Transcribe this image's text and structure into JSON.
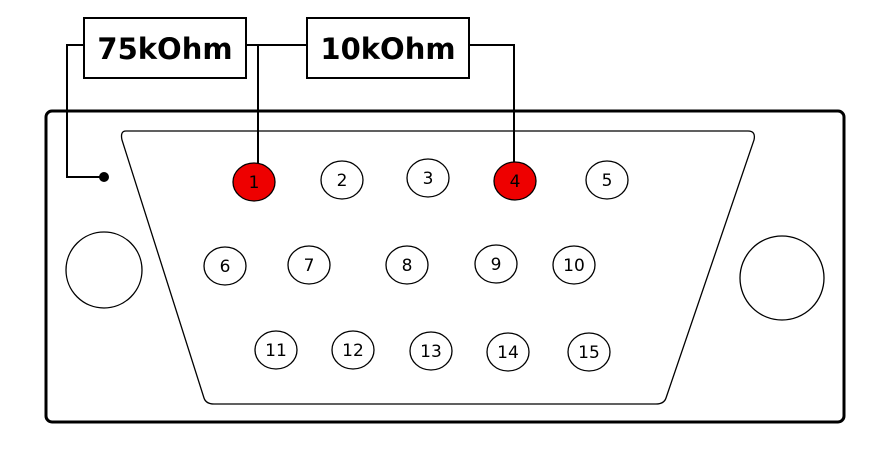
{
  "resistors": [
    {
      "id": "r1",
      "label": "75kOhm"
    },
    {
      "id": "r2",
      "label": "10kOhm"
    }
  ],
  "pins": [
    {
      "label": "1",
      "highlighted": true
    },
    {
      "label": "2",
      "highlighted": false
    },
    {
      "label": "3",
      "highlighted": false
    },
    {
      "label": "4",
      "highlighted": true
    },
    {
      "label": "5",
      "highlighted": false
    },
    {
      "label": "6",
      "highlighted": false
    },
    {
      "label": "7",
      "highlighted": false
    },
    {
      "label": "8",
      "highlighted": false
    },
    {
      "label": "9",
      "highlighted": false
    },
    {
      "label": "10",
      "highlighted": false
    },
    {
      "label": "11",
      "highlighted": false
    },
    {
      "label": "12",
      "highlighted": false
    },
    {
      "label": "13",
      "highlighted": false
    },
    {
      "label": "14",
      "highlighted": false
    },
    {
      "label": "15",
      "highlighted": false
    }
  ],
  "colors": {
    "highlight": "#ee0000",
    "pin_fill": "#ffffff",
    "stroke": "#000000"
  }
}
